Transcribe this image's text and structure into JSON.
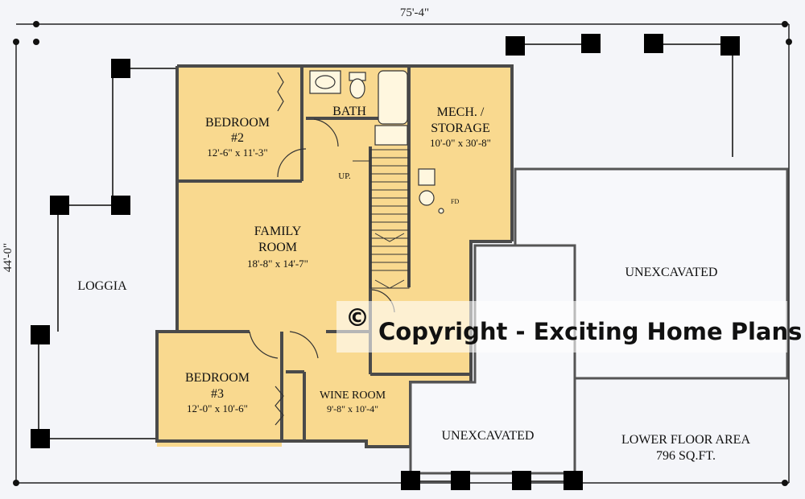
{
  "dimensions": {
    "width_label": "75'-4\"",
    "depth_label": "44'-0\""
  },
  "rooms": {
    "bedroom2": {
      "name": "BEDROOM",
      "number": "#2",
      "size": "12'-6\" x 11'-3\""
    },
    "bath": {
      "name": "BATH"
    },
    "mech": {
      "name_line1": "MECH. /",
      "name_line2": "STORAGE",
      "size": "10'-0\" x 30'-8\""
    },
    "family": {
      "name_line1": "FAMILY",
      "name_line2": "ROOM",
      "size": "18'-8\" x 14'-7\""
    },
    "bedroom3": {
      "name": "BEDROOM",
      "number": "#3",
      "size": "12'-0\" x 10'-6\""
    },
    "wine": {
      "name": "WINE ROOM",
      "size": "9'-8\" x 10'-4\""
    },
    "loggia": {
      "name": "LOGGIA"
    },
    "unexcavated_right": {
      "name": "UNEXCAVATED"
    },
    "unexcavated_bottom": {
      "name": "UNEXCAVATED"
    }
  },
  "stairs": {
    "label": "UP."
  },
  "fixtures": {
    "floor_drain_label": "FD"
  },
  "area": {
    "line1": "LOWER FLOOR AREA",
    "line2": "796 SQ.FT."
  },
  "watermark": {
    "symbol": "©",
    "text": "Copyright - Exciting Home Plans"
  },
  "colors": {
    "room_fill": "#f9d98f",
    "wall": "#4a4a4a",
    "background": "#f4f5f9",
    "column": "#000000"
  }
}
